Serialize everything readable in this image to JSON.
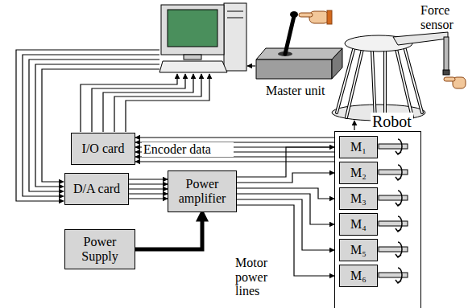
{
  "diagram": {
    "nodes": [
      {
        "text": [
          "I/O card"
        ]
      },
      {
        "text": [
          "D/A card"
        ]
      },
      {
        "text": [
          "Power amplifier"
        ]
      },
      {
        "text": [
          "Power Supply"
        ]
      },
      {
        "text": [
          "Robot"
        ]
      },
      {
        "text": [
          "M₁"
        ],
        "in": 4
      },
      {
        "text": [
          "M₂"
        ],
        "in": 4
      },
      {
        "text": [
          "M₃"
        ],
        "in": 4
      },
      {
        "text": [
          "M₄"
        ],
        "in": 4
      },
      {
        "text": [
          "M₅"
        ],
        "in": 4
      },
      {
        "text": [
          "M₆"
        ],
        "in": 4
      }
    ],
    "edges": [
      {
        "from": 4,
        "to": 0,
        "arrow": "to",
        "label": "Encoder data"
      },
      {
        "from": 1,
        "to": 2,
        "arrow": "to"
      },
      {
        "from": 3,
        "to": 2,
        "arrow": "to"
      },
      {
        "from": 2,
        "to": 4,
        "arrow": "to",
        "label": "Motor power lines"
      }
    ],
    "labels": [
      "Force sensor",
      "Master unit"
    ]
  }
}
